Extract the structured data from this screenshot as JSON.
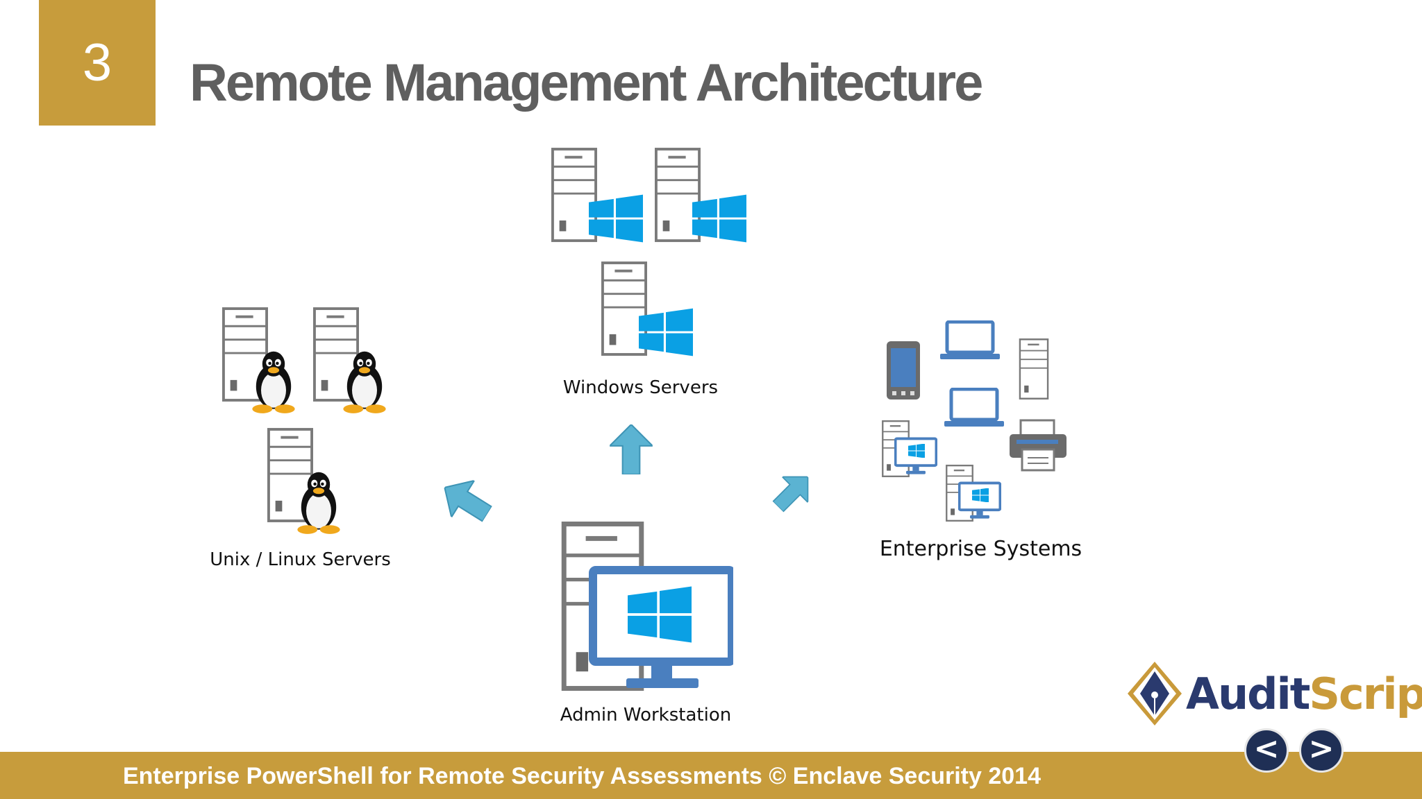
{
  "slide": {
    "number": "3",
    "title": "Remote Management Architecture"
  },
  "diagram": {
    "windows_servers": {
      "label": "Windows Servers"
    },
    "linux_servers": {
      "label": "Unix / Linux Servers"
    },
    "enterprise_systems": {
      "label": "Enterprise Systems"
    },
    "admin_workstation": {
      "label": "Admin Workstation"
    }
  },
  "logo": {
    "part1": "Audit",
    "part2": "Scripts"
  },
  "footer": {
    "text": "Enterprise PowerShell for Remote Security Assessments © Enclave Security 2014"
  },
  "nav": {
    "prev": "<",
    "next": ">"
  },
  "colors": {
    "gold": "#c79c3c",
    "windows_blue": "#0aa0e4",
    "arrow_blue": "#5bb3d2",
    "device_blue": "#4a7fbf",
    "nav_navy": "#1f2f55"
  }
}
